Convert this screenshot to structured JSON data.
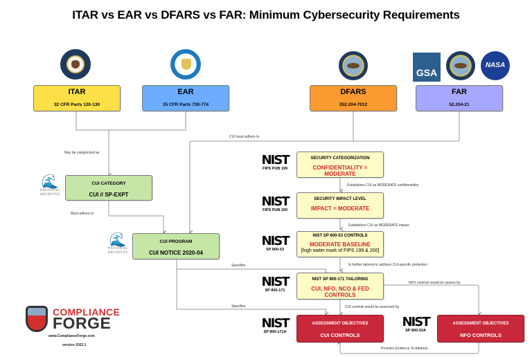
{
  "title": "ITAR vs EAR vs DFARS vs FAR: Minimum Cybersecurity Requirements",
  "regulations": [
    {
      "name": "ITAR",
      "citation": "32 CFR Parts 120-130",
      "color": "#fde047",
      "seal": "us-department-of-state-seal"
    },
    {
      "name": "EAR",
      "citation": "15 CFR Parts 730-774",
      "color": "#6cadff",
      "seal": "us-department-of-commerce-seal"
    },
    {
      "name": "DFARS",
      "citation": "252.204-7012",
      "color": "#fb9a2e",
      "seal": "us-department-of-defense-seal"
    },
    {
      "name": "FAR",
      "citation": "52.204-21",
      "color": "#a7a7ff",
      "seals": [
        "GSA",
        "us-department-of-defense-seal",
        "NASA"
      ]
    }
  ],
  "gsa_logo_text": "GSA",
  "nasa_logo_text": "NASA",
  "cui_category": {
    "heading": "CUI CATEGORY",
    "value": "CUI // SP-EXPT"
  },
  "cui_program": {
    "heading": "CUI PROGRAM",
    "value": "CUI NOTICE 2020-04"
  },
  "national_archives": {
    "line1": "NATIONAL",
    "line2": "ARCHIVES"
  },
  "nist_steps": [
    {
      "heading": "SECURITY CATEGORIZATION",
      "value": "CONFIDENTIALITY = MODERATE",
      "source_logo": "NIST",
      "source": "FIPS PUB 199"
    },
    {
      "heading": "SECURITY IMPACT LEVEL",
      "value": "IMPACT = MODERATE",
      "source_logo": "NIST",
      "source": "FIPS PUB 200"
    },
    {
      "heading": "NIST SP 800-53 CONTROLS",
      "value": "MODERATE BASELINE",
      "note": "[high water mark of FIPS 199 & 200]",
      "source_logo": "NIST",
      "source": "SP 800-53"
    },
    {
      "heading": "NIST SP 800-171 TAILORING",
      "value": "CUI, NFO, NCO & FED CONTROLS",
      "source_logo": "NIST",
      "source": "SP 800-171"
    }
  ],
  "assessments": [
    {
      "heading": "ASSESSMENT OBJECTIVES",
      "value": "CUI CONTROLS",
      "source_logo": "NIST",
      "source": "SP 800-171A"
    },
    {
      "heading": "ASSESSMENT OBJECTIVES",
      "value": "NFO CONTROLS",
      "source_logo": "NIST",
      "source": "SP 800-53A"
    }
  ],
  "connectors": {
    "may_be_categorized": "May be categorized as",
    "must_adhere": "Must adhere to",
    "cui_must_adhere": "CUI must adhere to",
    "establishes_confidentiality": "Establishes CUI as MODERATE confidentiality",
    "establishes_impact": "Establishes CUI as MODERATE impact",
    "further_tailored": "Is further tailored to address CUI-specific protection",
    "specifies_1": "Specifies",
    "specifies_2": "Specifies",
    "nfo_assessed": "NFO controls would be assess by",
    "cui_assessed": "CUI controls would be assessed by",
    "provides_evidence": "Provides Evidence To Address"
  },
  "footer": {
    "brand_line1": "COMPLIANCE",
    "brand_line2": "FORGE",
    "url": "www.ComplianceForge.com",
    "version": "version 2022.1"
  }
}
